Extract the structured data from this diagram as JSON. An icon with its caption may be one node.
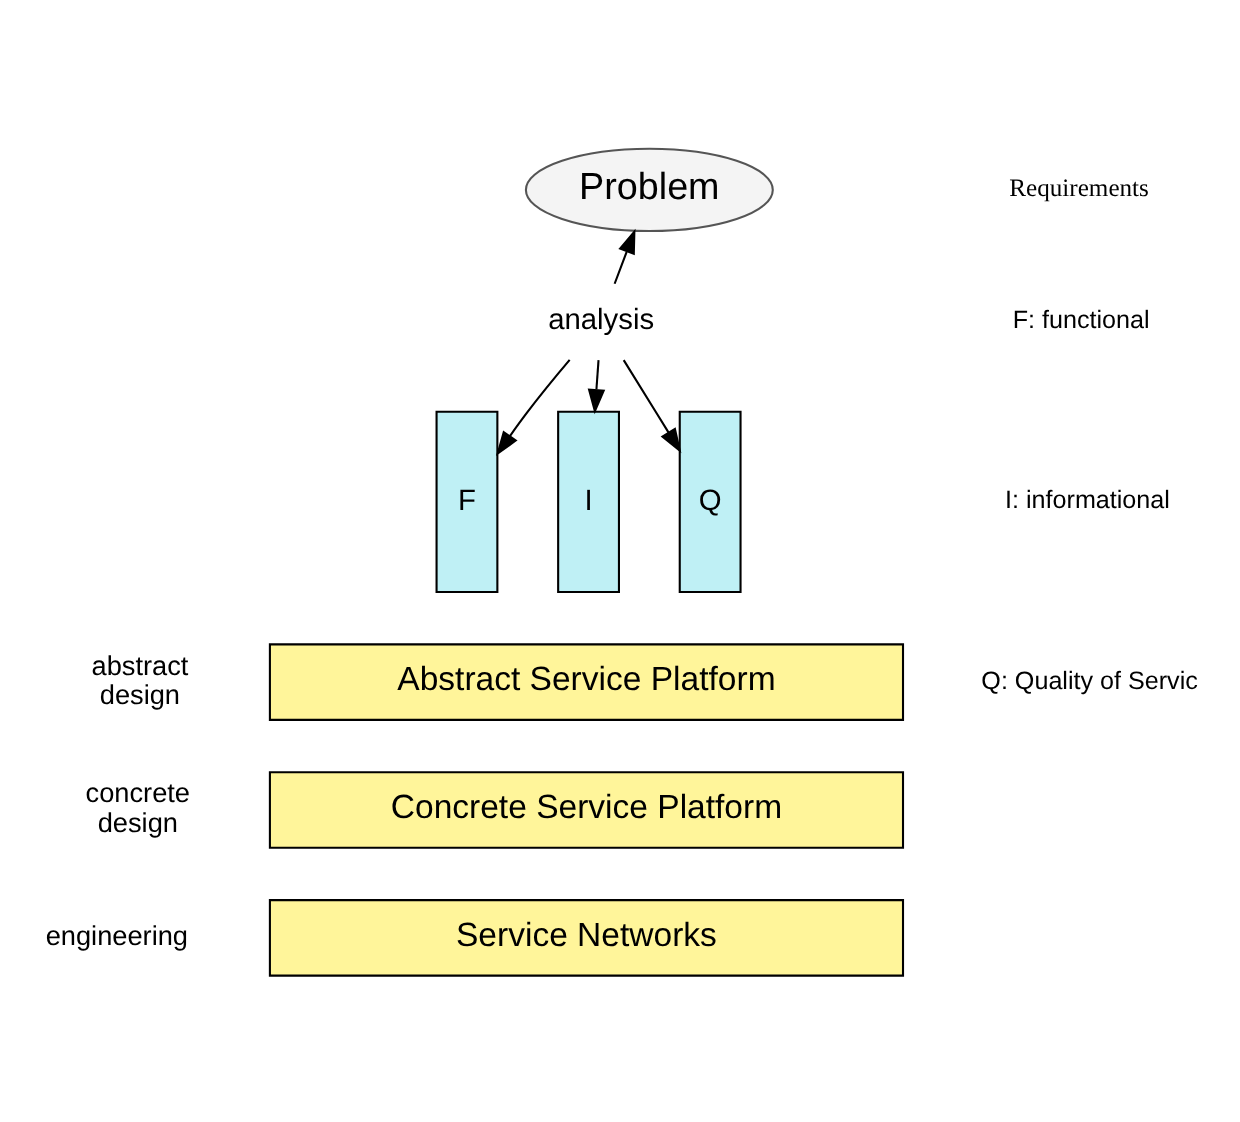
{
  "diagram": {
    "nodes": [
      {
        "text": [
          "Problem"
        ]
      },
      {
        "text": [
          "analysis"
        ]
      },
      {
        "text": [
          "F"
        ]
      },
      {
        "text": [
          "I"
        ]
      },
      {
        "text": [
          "Q"
        ]
      },
      {
        "text": [
          "Abstract Service Platform"
        ]
      },
      {
        "text": [
          "Concrete Service Platform"
        ]
      },
      {
        "text": [
          "Service Networks"
        ]
      }
    ],
    "edges": [
      {
        "from": 1,
        "to": 0,
        "arrow": "to"
      },
      {
        "from": 1,
        "to": 2,
        "arrow": "to"
      },
      {
        "from": 1,
        "to": 3,
        "arrow": "to"
      },
      {
        "from": 1,
        "to": 4,
        "arrow": "to"
      }
    ],
    "labels": [
      "Requirements",
      "F: functional",
      "I: informational",
      "Q: Quality of Servic",
      "abstract design",
      "concrete design",
      "engineering"
    ]
  }
}
